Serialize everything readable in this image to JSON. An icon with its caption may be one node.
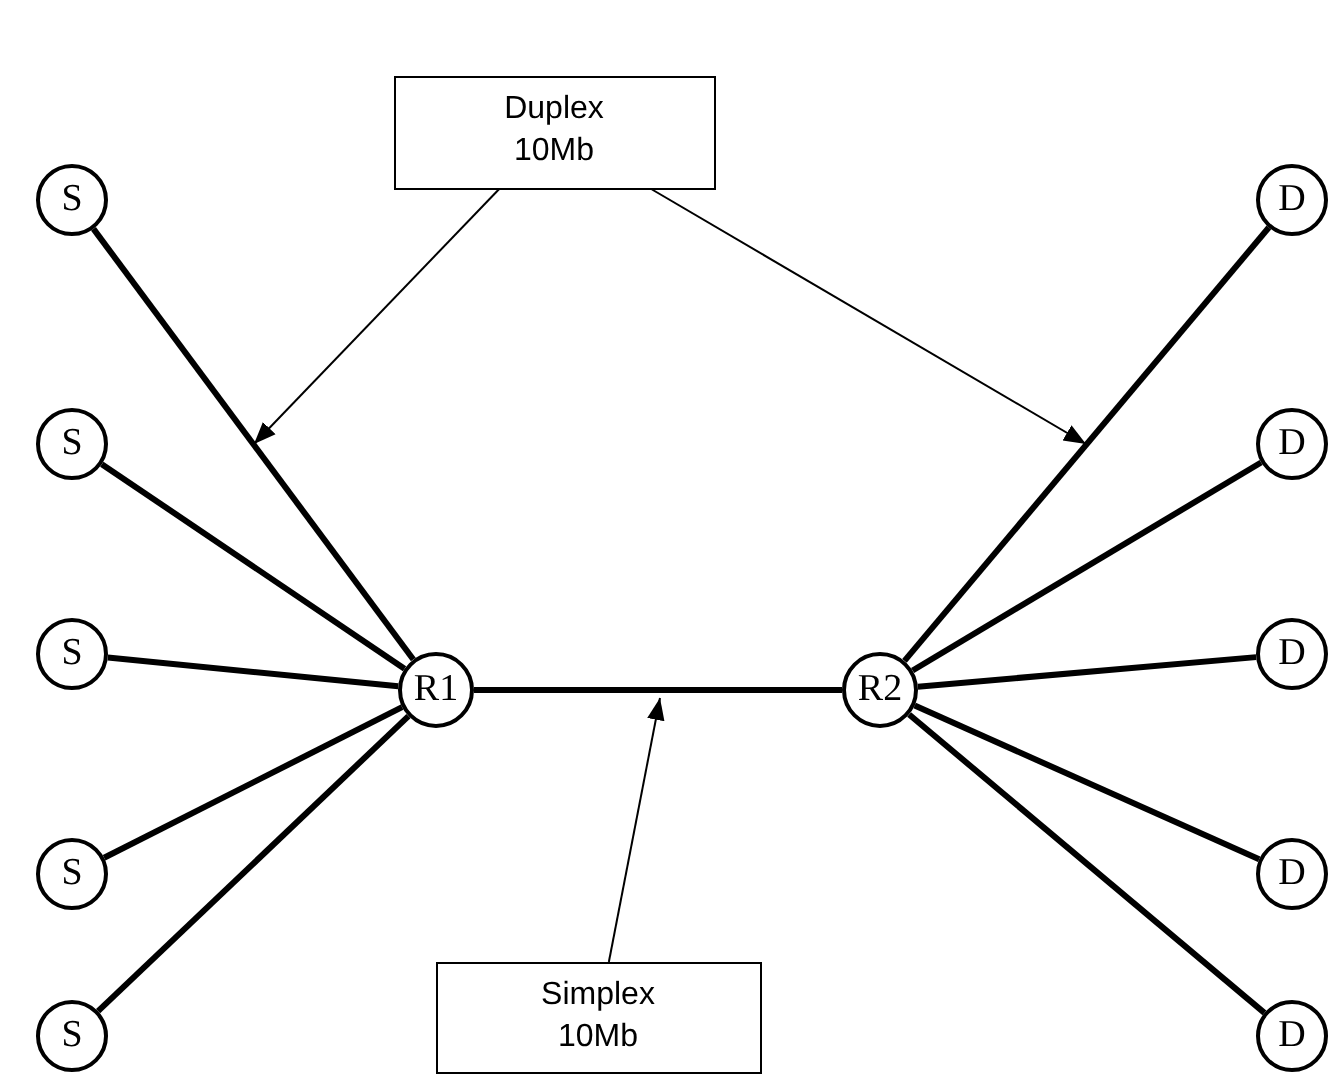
{
  "diagram": {
    "nodes": [
      {
        "text": [
          "Duplex 10Mb"
        ]
      },
      {
        "text": [
          "S"
        ]
      },
      {
        "text": [
          "S"
        ]
      },
      {
        "text": [
          "S"
        ]
      },
      {
        "text": [
          "S"
        ]
      },
      {
        "text": [
          "S"
        ]
      },
      {
        "text": [
          "R1"
        ]
      },
      {
        "text": [
          "R2"
        ]
      },
      {
        "text": [
          "D"
        ]
      },
      {
        "text": [
          "D"
        ]
      },
      {
        "text": [
          "D"
        ]
      },
      {
        "text": [
          "D"
        ]
      },
      {
        "text": [
          "D"
        ]
      },
      {
        "text": [
          "Simplex 10Mb"
        ]
      }
    ],
    "edges": [
      {
        "from": 1,
        "to": 6,
        "arrow": "none"
      },
      {
        "from": 2,
        "to": 6,
        "arrow": "none"
      },
      {
        "from": 3,
        "to": 6,
        "arrow": "none"
      },
      {
        "from": 4,
        "to": 6,
        "arrow": "none"
      },
      {
        "from": 5,
        "to": 6,
        "arrow": "none"
      },
      {
        "from": 6,
        "to": 7,
        "arrow": "none"
      },
      {
        "from": 7,
        "to": 8,
        "arrow": "none"
      },
      {
        "from": 7,
        "to": 9,
        "arrow": "none"
      },
      {
        "from": 7,
        "to": 10,
        "arrow": "none"
      },
      {
        "from": 7,
        "to": 11,
        "arrow": "none"
      },
      {
        "from": 7,
        "to": 12,
        "arrow": "none"
      },
      {
        "from": 0,
        "to": null,
        "arrow": "to"
      },
      {
        "from": 0,
        "to": null,
        "arrow": "to"
      },
      {
        "from": 13,
        "to": null,
        "arrow": "to"
      }
    ]
  }
}
